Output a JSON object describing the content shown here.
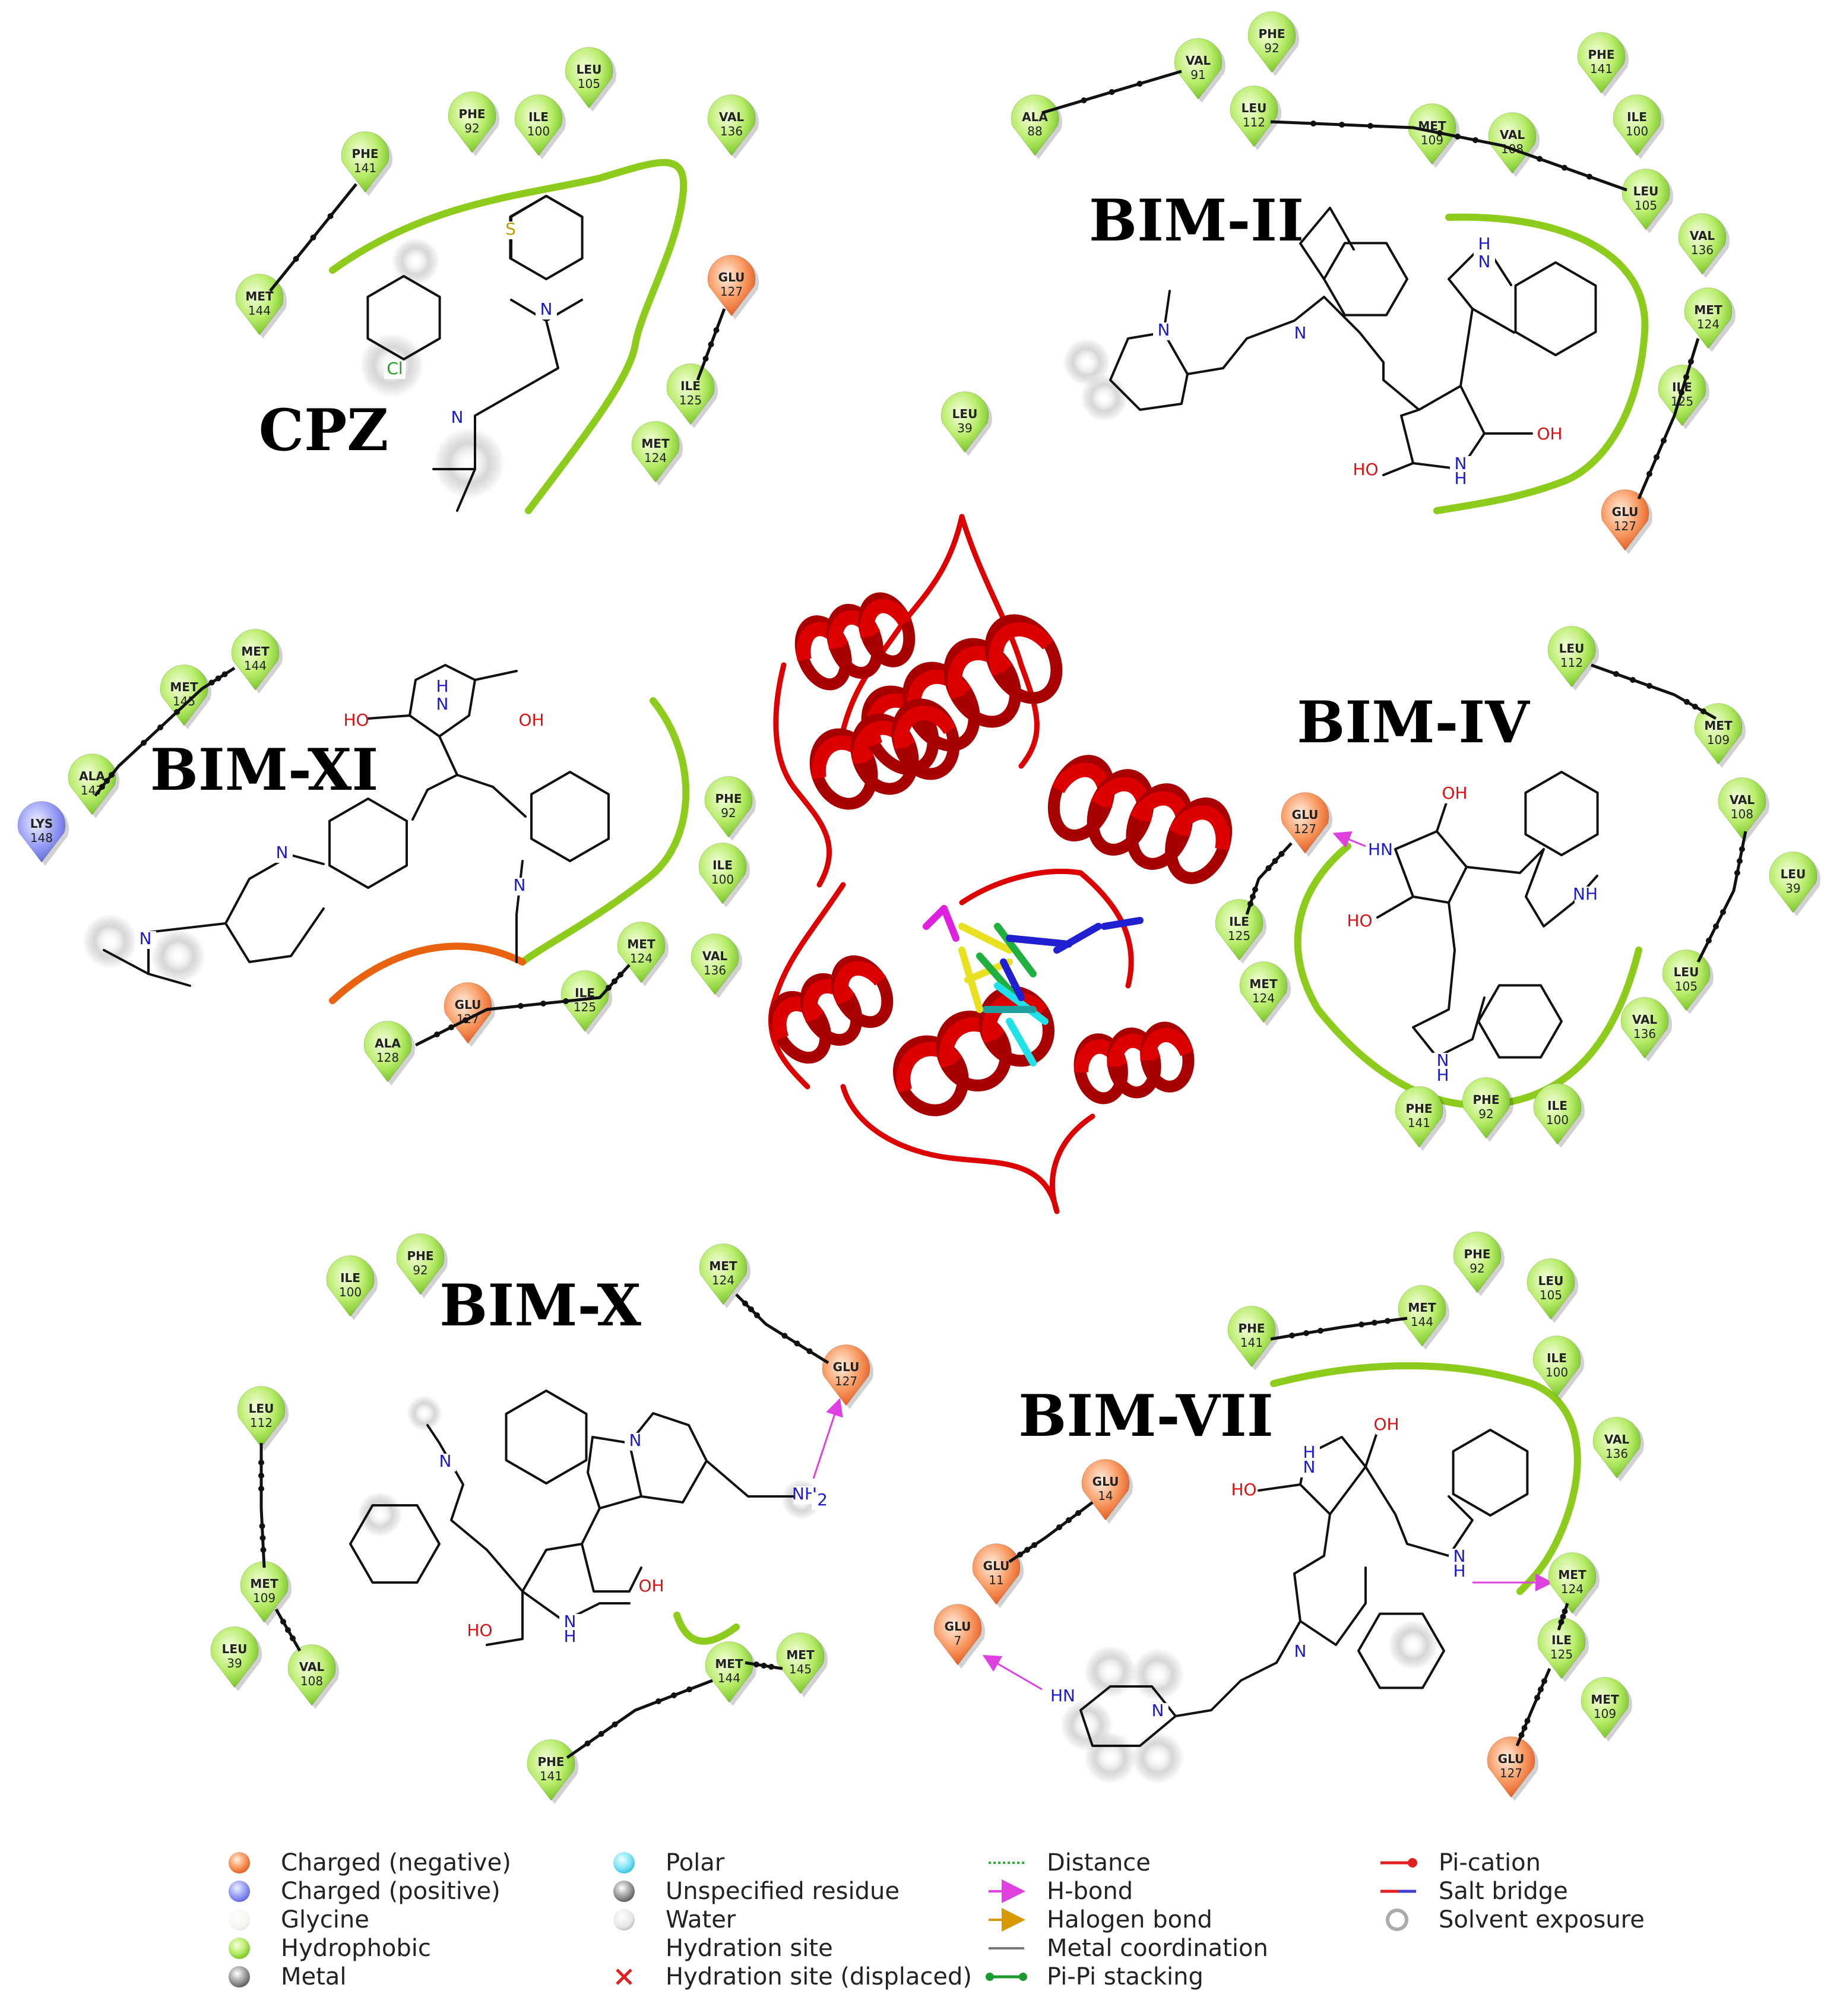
{
  "colors": {
    "hydrophobic": "#8fd83a",
    "charged_negative": "#f07a3c",
    "charged_positive": "#7f86ee",
    "pocket_line": "#8dcc1c",
    "pocket_charged": "#e8620f",
    "protein": "#dd0000",
    "hbond": "#e040e0"
  },
  "panels": [
    {
      "id": "cpz",
      "title": "CPZ",
      "atoms": [
        {
          "label": "S",
          "color": "#b8a000"
        },
        {
          "label": "N",
          "color": "#1a1ad0"
        },
        {
          "label": "Cl",
          "color": "#22a022"
        },
        {
          "label": "N",
          "color": "#1a1ad0"
        }
      ],
      "residues": [
        {
          "name": "PHE",
          "num": "141",
          "type": "hydrophobic"
        },
        {
          "name": "PHE",
          "num": "92",
          "type": "hydrophobic"
        },
        {
          "name": "ILE",
          "num": "100",
          "type": "hydrophobic"
        },
        {
          "name": "LEU",
          "num": "105",
          "type": "hydrophobic"
        },
        {
          "name": "VAL",
          "num": "136",
          "type": "hydrophobic"
        },
        {
          "name": "MET",
          "num": "144",
          "type": "hydrophobic"
        },
        {
          "name": "GLU",
          "num": "127",
          "type": "charged_negative"
        },
        {
          "name": "ILE",
          "num": "125",
          "type": "hydrophobic"
        },
        {
          "name": "MET",
          "num": "124",
          "type": "hydrophobic"
        }
      ]
    },
    {
      "id": "bim2",
      "title": "BIM-II",
      "atoms": [
        {
          "label": "N",
          "color": "#1a1ad0"
        },
        {
          "label": "N",
          "color": "#1a1ad0"
        },
        {
          "label": "H",
          "color": "#1a1ad0"
        },
        {
          "label": "N",
          "color": "#1a1ad0"
        },
        {
          "label": "N",
          "color": "#1a1ad0"
        },
        {
          "label": "H",
          "color": "#1a1ad0"
        },
        {
          "label": "OH",
          "color": "#dd1111"
        },
        {
          "label": "HO",
          "color": "#dd1111"
        }
      ],
      "residues": [
        {
          "name": "ALA",
          "num": "88",
          "type": "hydrophobic"
        },
        {
          "name": "VAL",
          "num": "91",
          "type": "hydrophobic"
        },
        {
          "name": "PHE",
          "num": "92",
          "type": "hydrophobic"
        },
        {
          "name": "LEU",
          "num": "112",
          "type": "hydrophobic"
        },
        {
          "name": "MET",
          "num": "109",
          "type": "hydrophobic"
        },
        {
          "name": "VAL",
          "num": "108",
          "type": "hydrophobic"
        },
        {
          "name": "PHE",
          "num": "141",
          "type": "hydrophobic"
        },
        {
          "name": "ILE",
          "num": "100",
          "type": "hydrophobic"
        },
        {
          "name": "LEU",
          "num": "105",
          "type": "hydrophobic"
        },
        {
          "name": "VAL",
          "num": "136",
          "type": "hydrophobic"
        },
        {
          "name": "MET",
          "num": "124",
          "type": "hydrophobic"
        },
        {
          "name": "ILE",
          "num": "125",
          "type": "hydrophobic"
        },
        {
          "name": "GLU",
          "num": "127",
          "type": "charged_negative"
        },
        {
          "name": "LEU",
          "num": "39",
          "type": "hydrophobic"
        }
      ]
    },
    {
      "id": "bim11",
      "title": "BIM-XI",
      "atoms": [
        {
          "label": "H",
          "color": "#1a1ad0"
        },
        {
          "label": "N",
          "color": "#1a1ad0"
        },
        {
          "label": "HO",
          "color": "#dd1111"
        },
        {
          "label": "OH",
          "color": "#dd1111"
        },
        {
          "label": "N",
          "color": "#1a1ad0"
        },
        {
          "label": "N",
          "color": "#1a1ad0"
        },
        {
          "label": "N",
          "color": "#1a1ad0"
        }
      ],
      "residues": [
        {
          "name": "MET",
          "num": "144",
          "type": "hydrophobic"
        },
        {
          "name": "MET",
          "num": "145",
          "type": "hydrophobic"
        },
        {
          "name": "ALA",
          "num": "147",
          "type": "hydrophobic"
        },
        {
          "name": "LYS",
          "num": "148",
          "type": "charged_positive"
        },
        {
          "name": "PHE",
          "num": "92",
          "type": "hydrophobic"
        },
        {
          "name": "ILE",
          "num": "100",
          "type": "hydrophobic"
        },
        {
          "name": "VAL",
          "num": "136",
          "type": "hydrophobic"
        },
        {
          "name": "MET",
          "num": "124",
          "type": "hydrophobic"
        },
        {
          "name": "ILE",
          "num": "125",
          "type": "hydrophobic"
        },
        {
          "name": "GLU",
          "num": "127",
          "type": "charged_negative"
        },
        {
          "name": "ALA",
          "num": "128",
          "type": "hydrophobic"
        }
      ]
    },
    {
      "id": "bim4",
      "title": "BIM-IV",
      "atoms": [
        {
          "label": "HN",
          "color": "#1a1ad0"
        },
        {
          "label": "OH",
          "color": "#dd1111"
        },
        {
          "label": "HO",
          "color": "#dd1111"
        },
        {
          "label": "NH",
          "color": "#1a1ad0"
        },
        {
          "label": "N",
          "color": "#1a1ad0"
        },
        {
          "label": "H",
          "color": "#1a1ad0"
        }
      ],
      "residues": [
        {
          "name": "LEU",
          "num": "112",
          "type": "hydrophobic"
        },
        {
          "name": "MET",
          "num": "109",
          "type": "hydrophobic"
        },
        {
          "name": "VAL",
          "num": "108",
          "type": "hydrophobic"
        },
        {
          "name": "LEU",
          "num": "39",
          "type": "hydrophobic"
        },
        {
          "name": "LEU",
          "num": "105",
          "type": "hydrophobic"
        },
        {
          "name": "VAL",
          "num": "136",
          "type": "hydrophobic"
        },
        {
          "name": "GLU",
          "num": "127",
          "type": "charged_negative"
        },
        {
          "name": "ILE",
          "num": "125",
          "type": "hydrophobic"
        },
        {
          "name": "MET",
          "num": "124",
          "type": "hydrophobic"
        },
        {
          "name": "PHE",
          "num": "141",
          "type": "hydrophobic"
        },
        {
          "name": "PHE",
          "num": "92",
          "type": "hydrophobic"
        },
        {
          "name": "ILE",
          "num": "100",
          "type": "hydrophobic"
        }
      ]
    },
    {
      "id": "bim10",
      "title": "BIM-X",
      "atoms": [
        {
          "label": "N",
          "color": "#1a1ad0"
        },
        {
          "label": "N",
          "color": "#1a1ad0"
        },
        {
          "label": "NH",
          "color": "#1a1ad0"
        },
        {
          "label": "2",
          "color": "#1a1ad0"
        },
        {
          "label": "OH",
          "color": "#dd1111"
        },
        {
          "label": "HO",
          "color": "#dd1111"
        },
        {
          "label": "N",
          "color": "#1a1ad0"
        },
        {
          "label": "H",
          "color": "#1a1ad0"
        }
      ],
      "residues": [
        {
          "name": "ILE",
          "num": "100",
          "type": "hydrophobic"
        },
        {
          "name": "PHE",
          "num": "92",
          "type": "hydrophobic"
        },
        {
          "name": "MET",
          "num": "124",
          "type": "hydrophobic"
        },
        {
          "name": "GLU",
          "num": "127",
          "type": "charged_negative"
        },
        {
          "name": "LEU",
          "num": "112",
          "type": "hydrophobic"
        },
        {
          "name": "MET",
          "num": "109",
          "type": "hydrophobic"
        },
        {
          "name": "LEU",
          "num": "39",
          "type": "hydrophobic"
        },
        {
          "name": "VAL",
          "num": "108",
          "type": "hydrophobic"
        },
        {
          "name": "MET",
          "num": "144",
          "type": "hydrophobic"
        },
        {
          "name": "MET",
          "num": "145",
          "type": "hydrophobic"
        },
        {
          "name": "PHE",
          "num": "141",
          "type": "hydrophobic"
        }
      ]
    },
    {
      "id": "bim7",
      "title": "BIM-VII",
      "atoms": [
        {
          "label": "H",
          "color": "#1a1ad0"
        },
        {
          "label": "N",
          "color": "#1a1ad0"
        },
        {
          "label": "OH",
          "color": "#dd1111"
        },
        {
          "label": "HO",
          "color": "#dd1111"
        },
        {
          "label": "N",
          "color": "#1a1ad0"
        },
        {
          "label": "H",
          "color": "#1a1ad0"
        },
        {
          "label": "N",
          "color": "#1a1ad0"
        },
        {
          "label": "HN",
          "color": "#1a1ad0"
        },
        {
          "label": "N",
          "color": "#1a1ad0"
        }
      ],
      "residues": [
        {
          "name": "PHE",
          "num": "92",
          "type": "hydrophobic"
        },
        {
          "name": "LEU",
          "num": "105",
          "type": "hydrophobic"
        },
        {
          "name": "PHE",
          "num": "141",
          "type": "hydrophobic"
        },
        {
          "name": "MET",
          "num": "144",
          "type": "hydrophobic"
        },
        {
          "name": "ILE",
          "num": "100",
          "type": "hydrophobic"
        },
        {
          "name": "VAL",
          "num": "136",
          "type": "hydrophobic"
        },
        {
          "name": "GLU",
          "num": "14",
          "type": "charged_negative"
        },
        {
          "name": "GLU",
          "num": "11",
          "type": "charged_negative"
        },
        {
          "name": "GLU",
          "num": "7",
          "type": "charged_negative"
        },
        {
          "name": "MET",
          "num": "124",
          "type": "hydrophobic"
        },
        {
          "name": "ILE",
          "num": "125",
          "type": "hydrophobic"
        },
        {
          "name": "MET",
          "num": "109",
          "type": "hydrophobic"
        },
        {
          "name": "GLU",
          "num": "127",
          "type": "charged_negative"
        }
      ]
    }
  ],
  "legend": [
    [
      {
        "icon": "ball-orange",
        "label": "Charged (negative)"
      },
      {
        "icon": "ball-blue",
        "label": "Charged (positive)"
      },
      {
        "icon": "ball-white",
        "label": "Glycine"
      },
      {
        "icon": "ball-green",
        "label": "Hydrophobic"
      },
      {
        "icon": "ball-gray",
        "label": "Metal"
      }
    ],
    [
      {
        "icon": "ball-cyan",
        "label": "Polar"
      },
      {
        "icon": "ball-darkgray",
        "label": "Unspecified residue"
      },
      {
        "icon": "ball-lightgray",
        "label": "Water"
      },
      {
        "icon": "none",
        "label": "Hydration site"
      },
      {
        "icon": "red-x",
        "label": "Hydration site (displaced)"
      }
    ],
    [
      {
        "icon": "green-dotted-line",
        "label": "Distance"
      },
      {
        "icon": "magenta-arrow",
        "label": "H-bond"
      },
      {
        "icon": "orange-arrow",
        "label": "Halogen bond"
      },
      {
        "icon": "gray-line",
        "label": "Metal coordination"
      },
      {
        "icon": "green-dot-line",
        "label": "Pi-Pi stacking"
      }
    ],
    [
      {
        "icon": "red-dot-line",
        "label": "Pi-cation"
      },
      {
        "icon": "red-blue-line",
        "label": "Salt bridge"
      },
      {
        "icon": "gray-ring",
        "label": "Solvent exposure"
      }
    ]
  ]
}
